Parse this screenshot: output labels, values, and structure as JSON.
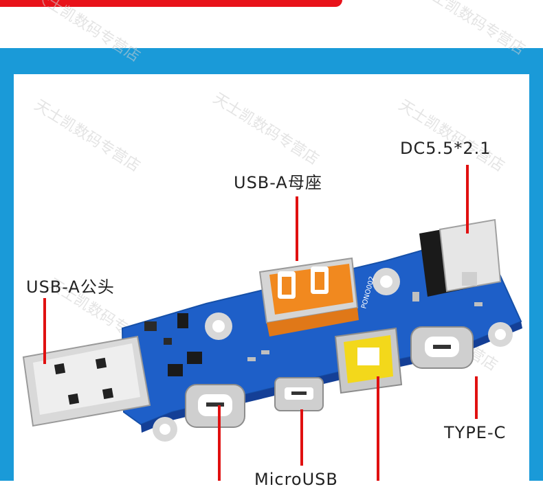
{
  "labels": {
    "usb_a_female": "USB-A母座",
    "usb_a_male": "USB-A公头",
    "dc_jack": "DC5.5*2.1",
    "type_c": "TYPE-C",
    "micro_usb": "MicroUSB"
  },
  "watermark": "天士凯数码专营店",
  "board_markings": {
    "model": "PONO002"
  },
  "colors": {
    "red_accent": "#e8121a",
    "frame_blue": "#1a9ad8",
    "pcb_blue": "#1e5fc8",
    "pointer_red": "#e01010"
  }
}
